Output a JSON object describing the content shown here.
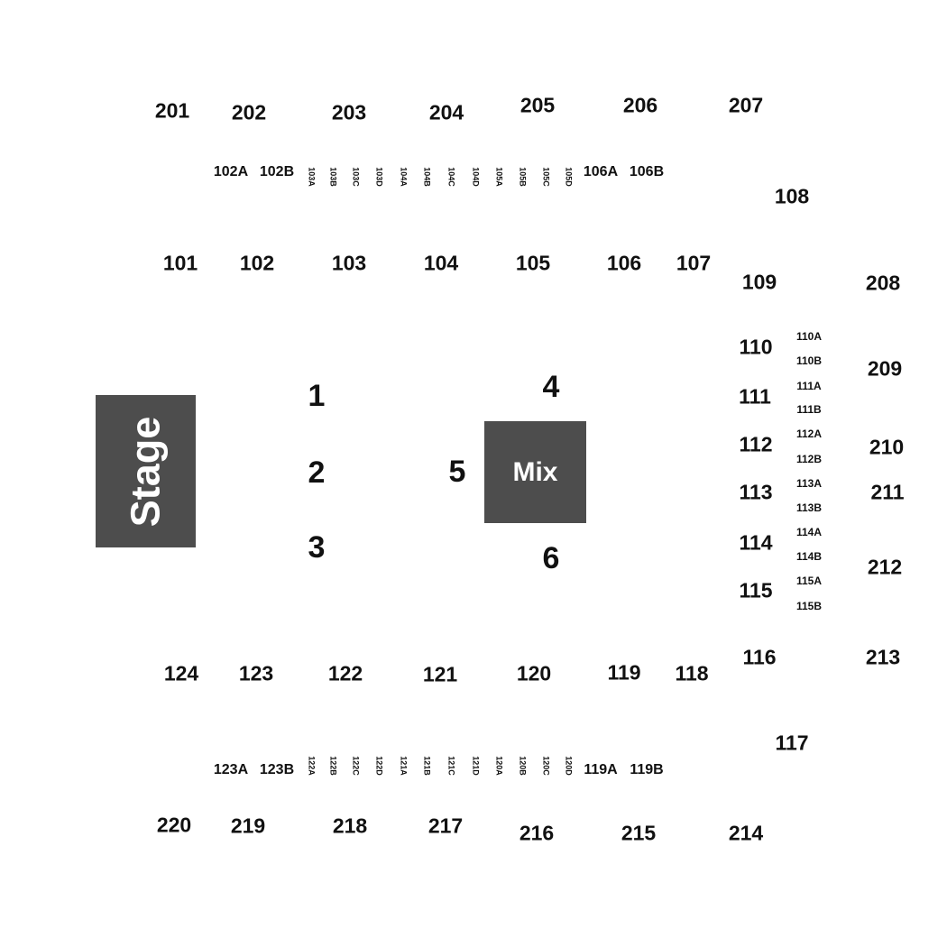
{
  "stage": {
    "label": "Stage"
  },
  "mix": {
    "label": "Mix"
  },
  "floor_sections": [
    "1",
    "2",
    "3",
    "4",
    "5",
    "6"
  ],
  "upper_sections": [
    "201",
    "202",
    "203",
    "204",
    "205",
    "206",
    "207",
    "208",
    "209",
    "210",
    "211",
    "212",
    "213",
    "214",
    "215",
    "216",
    "217",
    "218",
    "219",
    "220"
  ],
  "lower_sections": [
    "101",
    "102",
    "103",
    "104",
    "105",
    "106",
    "107",
    "108",
    "109",
    "110",
    "111",
    "112",
    "113",
    "114",
    "115",
    "116",
    "117",
    "118",
    "119",
    "120",
    "121",
    "122",
    "123",
    "124"
  ],
  "top_boxes": [
    "102A",
    "102B",
    "103A",
    "103B",
    "103C",
    "103D",
    "104A",
    "104B",
    "104C",
    "104D",
    "105A",
    "105B",
    "105C",
    "105D",
    "106A",
    "106B"
  ],
  "bottom_boxes": [
    "123A",
    "123B",
    "122A",
    "122B",
    "122C",
    "122D",
    "121A",
    "121B",
    "121C",
    "121D",
    "120A",
    "120B",
    "120C",
    "120D",
    "119A",
    "119B"
  ],
  "side_boxes": [
    "110A",
    "110B",
    "111A",
    "111B",
    "112A",
    "112B",
    "113A",
    "113B",
    "114A",
    "114B",
    "115A",
    "115B"
  ]
}
